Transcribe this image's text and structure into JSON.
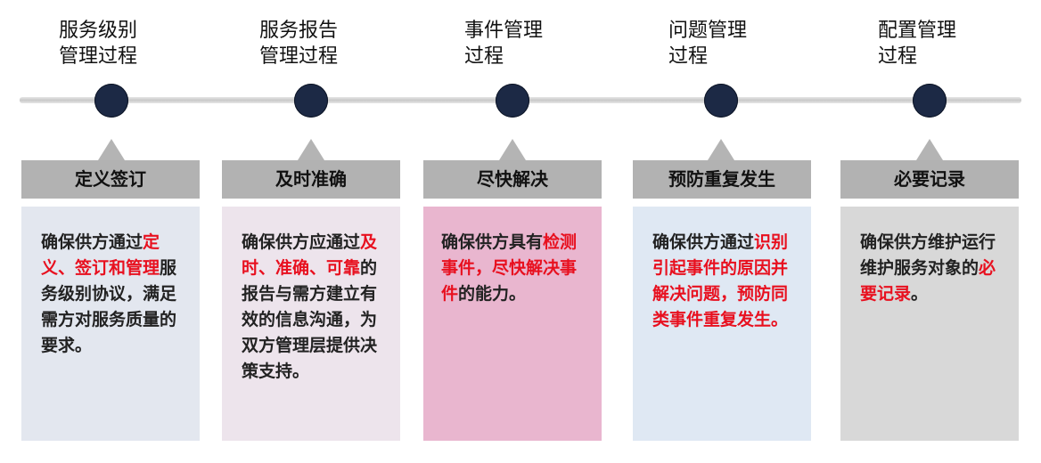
{
  "stages": [
    {
      "title": "服务级别\n管理过程",
      "header": "定义签订",
      "desc": [
        {
          "t": "确保供方通过"
        },
        {
          "t": "定义、签订和管理",
          "hl": true
        },
        {
          "t": "服务级别协议，满足需方对服务质量的要求。"
        }
      ],
      "bg": "#e3e7ef"
    },
    {
      "title": "服务报告\n管理过程",
      "header": "及时准确",
      "desc": [
        {
          "t": "确保供方应通过"
        },
        {
          "t": "及时、准确、可靠",
          "hl": true
        },
        {
          "t": "的报告与需方建立有效的信息沟通，为双方管理层提供决策支持。"
        }
      ],
      "bg": "#ede4ec"
    },
    {
      "title": "事件管理\n过程",
      "header": "尽快解决",
      "desc": [
        {
          "t": "确保供方具有"
        },
        {
          "t": "检测事件，尽快解决事件",
          "hl": true
        },
        {
          "t": "的能力。"
        }
      ],
      "bg": "#e9b6cf"
    },
    {
      "title": "问题管理\n过程",
      "header": "预防重复发生",
      "desc": [
        {
          "t": "确保供方通过"
        },
        {
          "t": "识别引起事件的原因并解决问题，预防同类事件重复发生。",
          "hl": true
        }
      ],
      "bg": "#dfe8f3"
    },
    {
      "title": "配置管理\n过程",
      "header": "必要记录",
      "desc": [
        {
          "t": "确保供方维护运行维护服务对象的"
        },
        {
          "t": "必要记录",
          "hl": true
        },
        {
          "t": "。"
        }
      ],
      "bg": "#d8d8d8"
    }
  ],
  "colors": {
    "dot": "#1c2945",
    "header_bg": "#b2b2b2",
    "highlight": "#e8101f"
  }
}
